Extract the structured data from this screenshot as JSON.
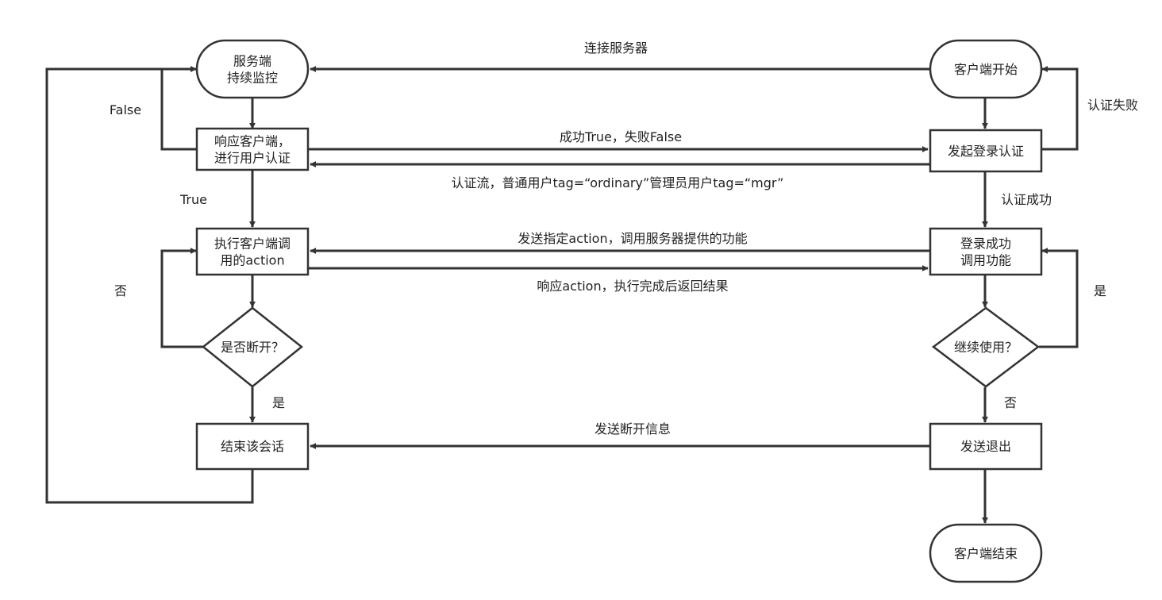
{
  "colors": {
    "stroke": "#333333",
    "text": "#222222",
    "background": "#ffffff"
  },
  "nodes": {
    "server_monitor": [
      "服务端",
      "持续监控"
    ],
    "server_auth": [
      "响应客户端，",
      "进行用户认证"
    ],
    "server_exec": [
      "执行客户端调",
      "用的action"
    ],
    "server_decision": [
      "是否断开？"
    ],
    "server_end_session": [
      "结束该会话"
    ],
    "client_start": [
      "客户端开始"
    ],
    "client_login": [
      "发起登录认证"
    ],
    "client_success": [
      "登录成功",
      "调用功能"
    ],
    "client_decision": [
      "继续使用？"
    ],
    "client_quit": [
      "发送退出"
    ],
    "client_end": [
      "客户端结束"
    ]
  },
  "edge_labels": {
    "connect": "连接服务器",
    "false": "False",
    "true": "True",
    "auth_result": "成功True，失败False",
    "auth_stream": "认证流，普通用户tag=“ordinary”管理员用户tag=“mgr”",
    "auth_fail": "认证失败",
    "auth_success": "认证成功",
    "send_action": "发送指定action，调用服务器提供的功能",
    "respond_action": "响应action，执行完成后返回结果",
    "server_no": "否",
    "client_yes": "是",
    "server_yes": "是",
    "client_no": "否",
    "send_disconnect": "发送断开信息"
  }
}
